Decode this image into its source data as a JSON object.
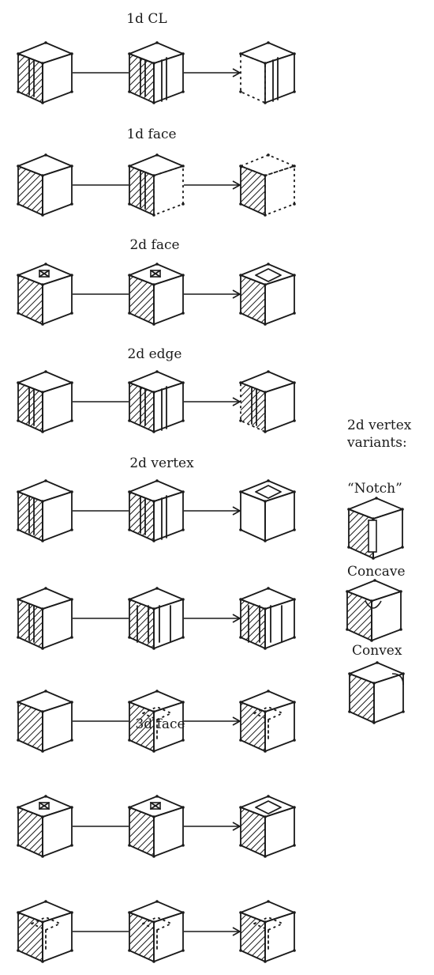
{
  "rows": [
    {
      "label": "1d CL"
    },
    {
      "label": "1d face"
    },
    {
      "label": "2d face"
    },
    {
      "label": "2d edge"
    },
    {
      "label": "2d vertex"
    },
    {
      "label": ""
    },
    {
      "label": ""
    },
    {
      "label": "3d face"
    },
    {
      "label": ""
    }
  ],
  "variants": {
    "heading_line1": "2d vertex",
    "heading_line2": "variants:",
    "items": [
      {
        "label": "“Notch”"
      },
      {
        "label": "Concave"
      },
      {
        "label": "Convex"
      }
    ]
  },
  "colors": {
    "ink": "#1a1a1a",
    "hatch": "#1a1a1a",
    "background": "#ffffff"
  }
}
